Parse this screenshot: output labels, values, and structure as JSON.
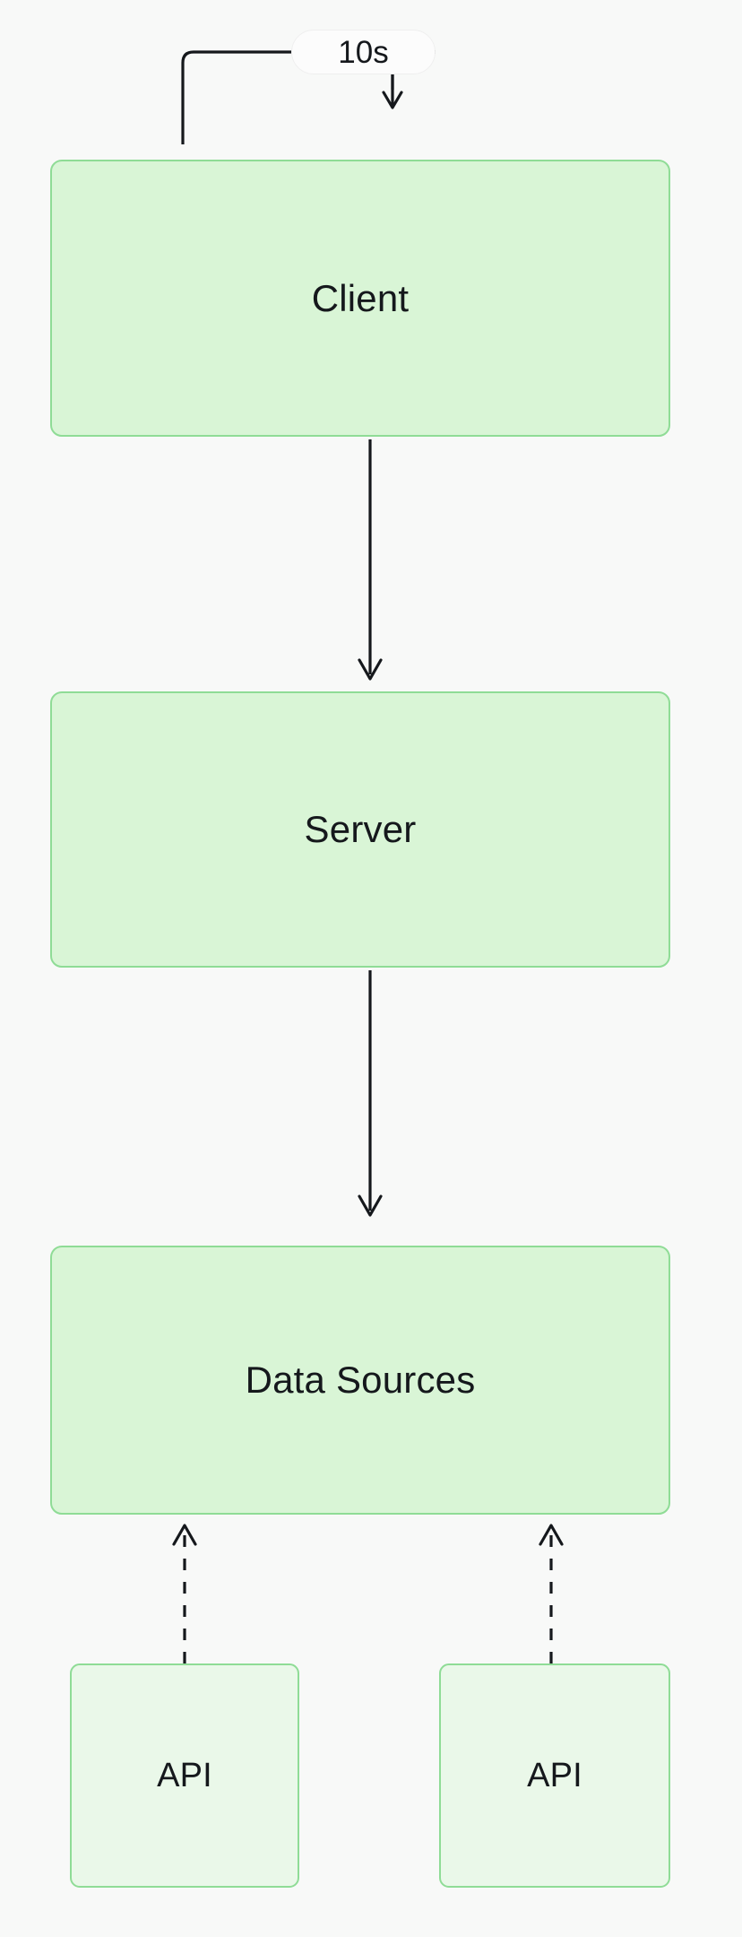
{
  "diagram": {
    "type": "flowchart",
    "direction": "top-to-bottom",
    "background_color": "#f8f9f8",
    "node_fill_color": "#d9f5d6",
    "node_border_color": "#8fdc96",
    "leaf_fill_color": "#eaf8e9",
    "edge_color": "#15181c",
    "nodes": [
      {
        "id": "client",
        "label": "Client"
      },
      {
        "id": "server",
        "label": "Server"
      },
      {
        "id": "datasources",
        "label": "Data Sources"
      },
      {
        "id": "api_left",
        "label": "API"
      },
      {
        "id": "api_right",
        "label": "API"
      }
    ],
    "edges": [
      {
        "from": "client",
        "to": "client",
        "label": "10s",
        "style": "solid",
        "shape": "self-loop"
      },
      {
        "from": "client",
        "to": "server",
        "label": "",
        "style": "solid",
        "shape": "straight"
      },
      {
        "from": "server",
        "to": "datasources",
        "label": "",
        "style": "solid",
        "shape": "straight"
      },
      {
        "from": "api_left",
        "to": "datasources",
        "label": "",
        "style": "dashed",
        "shape": "straight"
      },
      {
        "from": "api_right",
        "to": "datasources",
        "label": "",
        "style": "dashed",
        "shape": "straight"
      }
    ]
  }
}
